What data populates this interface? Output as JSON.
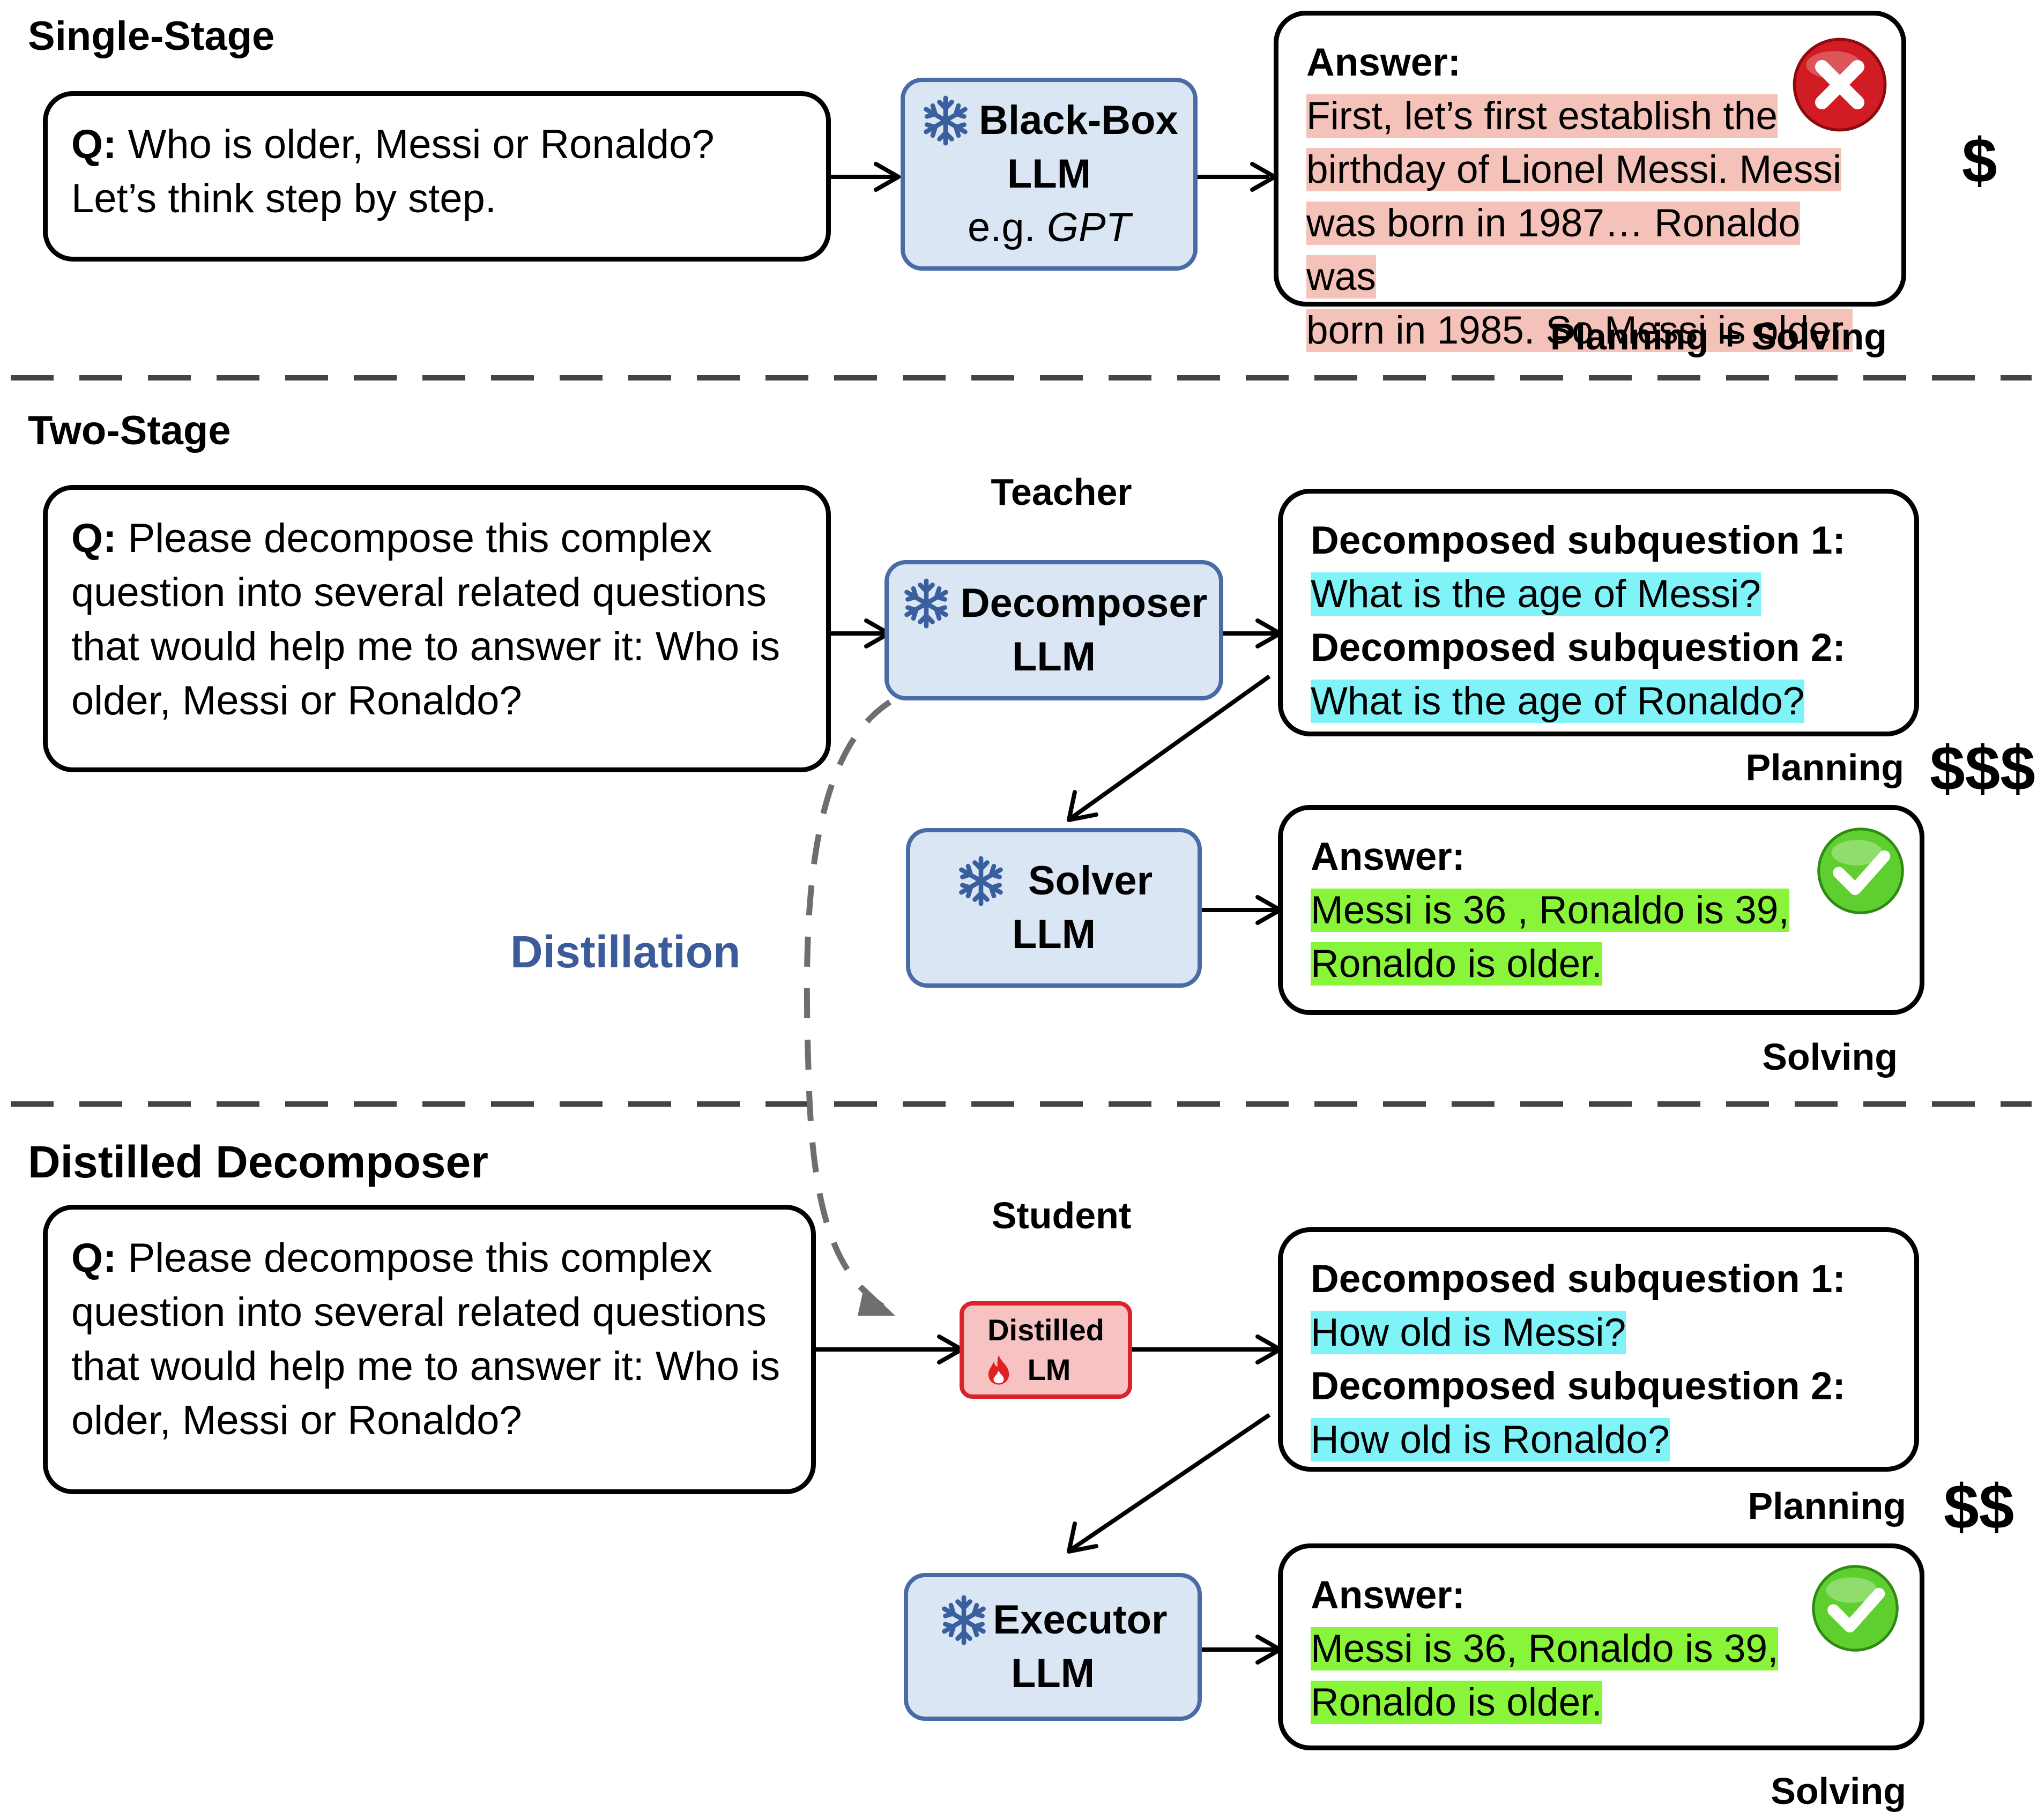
{
  "sections": {
    "single": {
      "title": "Single-Stage"
    },
    "two": {
      "title": "Two-Stage"
    },
    "distilled": {
      "title": "Distilled Decomposer"
    }
  },
  "single_stage": {
    "question_prefix": "Q:",
    "question": "Who is older, Messi or Ronaldo? Let’s think step by step.",
    "llm": {
      "name": "Black-Box",
      "kind": "LLM",
      "example_prefix": "e.g. ",
      "example_model": "GPT"
    },
    "answer": {
      "label": "Answer:",
      "lines": [
        "First, let’s first establish the",
        "birthday of Lionel Messi. Messi",
        "was born in 1987… Ronaldo was",
        "born in 1985. So Messi is older."
      ],
      "verdict": "incorrect"
    },
    "stage_label": "Planning + Solving",
    "cost": "$"
  },
  "two_stage": {
    "role": "Teacher",
    "question_prefix": "Q:",
    "question": "Please decompose this complex question into several related questions that would help me to answer it: Who is older, Messi or Ronaldo?",
    "decomposer": {
      "name": "Decomposer",
      "kind": "LLM"
    },
    "subquestions": [
      {
        "label": "Decomposed subquestion 1:",
        "text": "What is the age of Messi?"
      },
      {
        "label": "Decomposed subquestion 2:",
        "text": "What is the age of Ronaldo?"
      }
    ],
    "planning_label": "Planning",
    "cost": "$$$",
    "solver": {
      "name": "Solver",
      "kind": "LLM"
    },
    "answer": {
      "label": "Answer:",
      "lines": [
        "Messi is 36 , Ronaldo is 39,",
        "Ronaldo is older."
      ],
      "verdict": "correct"
    },
    "solving_label": "Solving"
  },
  "distillation_label": "Distillation",
  "distilled_decomposer": {
    "role": "Student",
    "question_prefix": "Q:",
    "question": "Please decompose this complex question into several related questions that would help me to answer it: Who is older, Messi or Ronaldo?",
    "student_model": {
      "line1": "Distilled",
      "line2": "LM"
    },
    "subquestions": [
      {
        "label": "Decomposed subquestion 1:",
        "text": "How old is Messi?"
      },
      {
        "label": "Decomposed subquestion 2:",
        "text": "How old is Ronaldo?"
      }
    ],
    "planning_label": "Planning",
    "cost": "$$",
    "executor": {
      "name": "Executor",
      "kind": "LLM"
    },
    "answer": {
      "label": "Answer:",
      "lines": [
        "Messi is 36, Ronaldo is 39,",
        "Ronaldo is older."
      ],
      "verdict": "correct"
    },
    "solving_label": "Solving"
  },
  "colors": {
    "llm_fill": "#dbe6f5",
    "llm_border": "#4a6ca6",
    "student_fill": "#f6c2c2",
    "student_border": "#d9242a",
    "highlight_incorrect": "#f4c2b8",
    "highlight_subquestion": "#7ff3f8",
    "highlight_correct": "#88f53a",
    "distillation_text": "#3b5b9b",
    "frozen_icon": "#3a5f9e",
    "trainable_icon": "#e02020"
  },
  "icons": [
    "snowflake-icon",
    "fire-icon",
    "cross-icon",
    "check-icon"
  ]
}
